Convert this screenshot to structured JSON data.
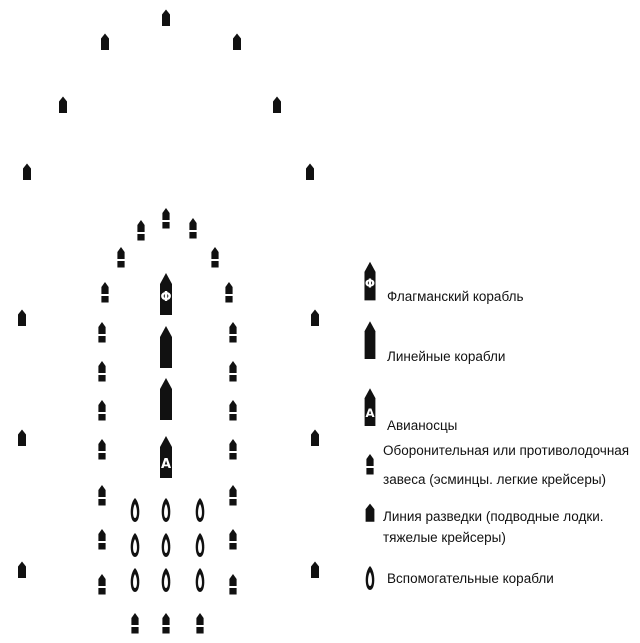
{
  "legend": {
    "items": [
      {
        "icon": "flagship-icon",
        "lines": [
          "Флагманский корабль"
        ]
      },
      {
        "icon": "battleship-icon",
        "lines": [
          "Линейные корабли"
        ]
      },
      {
        "icon": "aircraft-carrier-icon",
        "lines": [
          "Авианосцы"
        ]
      },
      {
        "icon": "screen-ship-icon",
        "lines": [
          "Оборонительная или противолодочная",
          "завеса (эсминцы. легкие крейсеры)"
        ]
      },
      {
        "icon": "scout-ship-icon",
        "lines": [
          "Линия разведки (подводные лодки.",
          "тяжелые крейсеры)"
        ]
      },
      {
        "icon": "auxiliary-ship-icon",
        "lines": [
          "Вспомогательные корабли"
        ]
      }
    ]
  },
  "marks": {
    "flagship": "Φ",
    "carrier": "A"
  },
  "colors": {
    "ship": "#111111",
    "background": "#ffffff"
  }
}
